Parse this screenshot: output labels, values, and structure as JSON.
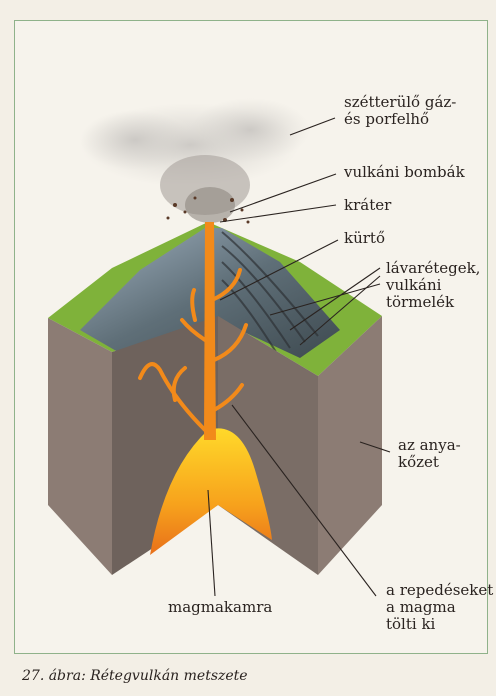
{
  "labels": {
    "gas_cloud_1": "szétterülő gáz-",
    "gas_cloud_2": "és porfelhő",
    "bombs": "vulkáni bombák",
    "crater": "kráter",
    "conduit": "kürtő",
    "layers_1": "lávarétegek,",
    "layers_2": "vulkáni",
    "layers_3": "törmelék",
    "bedrock_1": "az anya-",
    "bedrock_2": "kőzet",
    "cracks_1": "a repedéseket",
    "cracks_2": "a magma",
    "cracks_3": "tölti ki",
    "chamber": "magmakamra"
  },
  "caption": "27. ábra: Rétegvulkán metszete",
  "colors": {
    "grass": "#7fb23a",
    "rock": "#8a7a72",
    "rock_dark": "#6e625c",
    "magma": "#f28a1a",
    "magma_core": "#ffd21a",
    "frame": "#8fb28a"
  }
}
